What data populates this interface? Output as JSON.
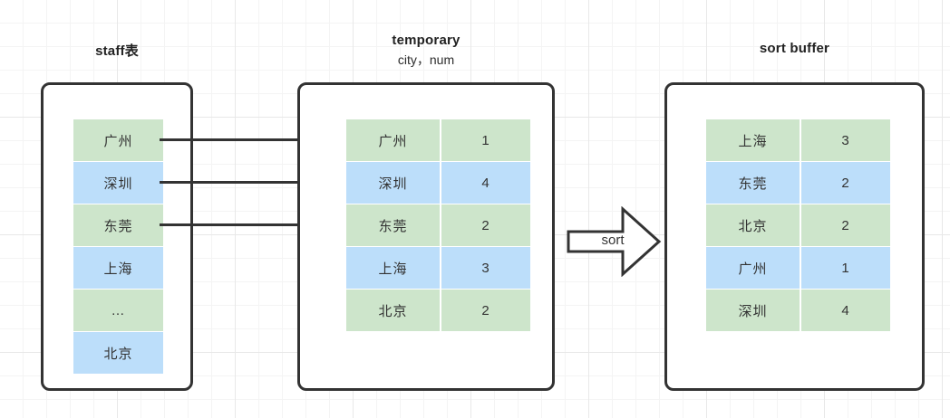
{
  "diagram": {
    "panels": [
      {
        "id": "staff",
        "title": "staff表",
        "subtitle": "",
        "columns": [
          "city"
        ],
        "rows": [
          {
            "city": "广州",
            "color": "green"
          },
          {
            "city": "深圳",
            "color": "blue"
          },
          {
            "city": "东莞",
            "color": "green"
          },
          {
            "city": "上海",
            "color": "blue"
          },
          {
            "city": "…",
            "color": "green"
          },
          {
            "city": "北京",
            "color": "blue"
          }
        ]
      },
      {
        "id": "temporary",
        "title": "temporary",
        "subtitle": "city，num",
        "columns": [
          "city",
          "num"
        ],
        "rows": [
          {
            "city": "广州",
            "num": "1",
            "color": "green"
          },
          {
            "city": "深圳",
            "num": "4",
            "color": "blue"
          },
          {
            "city": "东莞",
            "num": "2",
            "color": "green"
          },
          {
            "city": "上海",
            "num": "3",
            "color": "blue"
          },
          {
            "city": "北京",
            "num": "2",
            "color": "green"
          }
        ]
      },
      {
        "id": "sortbuffer",
        "title": "sort buffer",
        "subtitle": "",
        "columns": [
          "city",
          "num"
        ],
        "rows": [
          {
            "city": "上海",
            "num": "3",
            "color": "green"
          },
          {
            "city": "东莞",
            "num": "2",
            "color": "blue"
          },
          {
            "city": "北京",
            "num": "2",
            "color": "green"
          },
          {
            "city": "广州",
            "num": "1",
            "color": "blue"
          },
          {
            "city": "深圳",
            "num": "4",
            "color": "green"
          }
        ]
      }
    ],
    "sort_arrow": {
      "label": "sort"
    },
    "connectors": [
      {
        "from_row": 0,
        "to_row": 0
      },
      {
        "from_row": 1,
        "to_row": 1
      },
      {
        "from_row": 2,
        "to_row": 2
      }
    ],
    "colors": {
      "green": "#cde5cb",
      "blue": "#bcdefa",
      "stroke": "#333333",
      "background": "#ffffff",
      "grid_minor": "#f4f4f4",
      "grid_major": "#e8e8e8"
    }
  }
}
